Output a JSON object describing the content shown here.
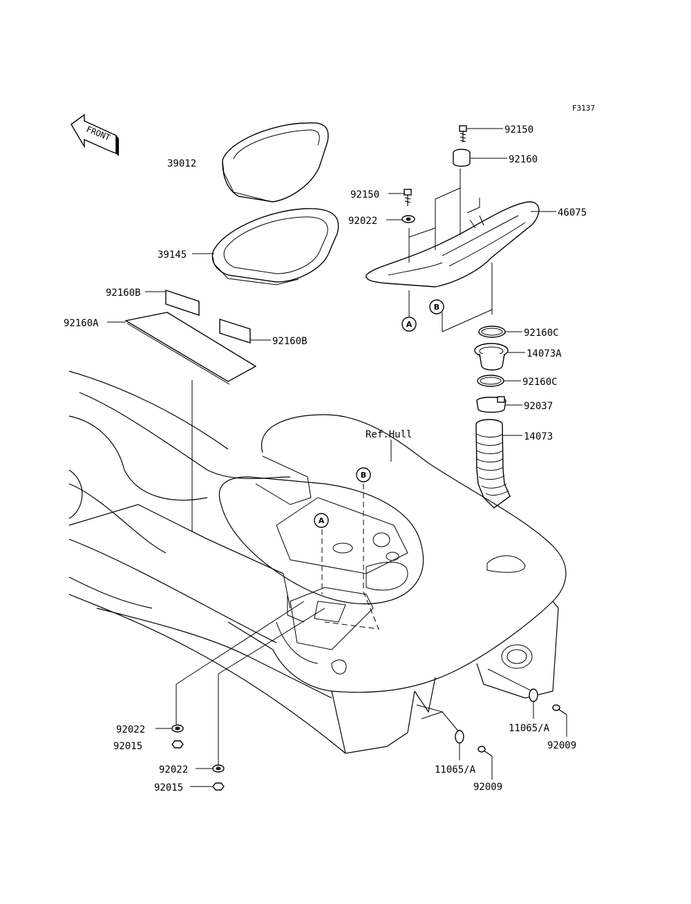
{
  "figure_code": "F3137",
  "front_label": "FRONT",
  "ref_hull_label": "Ref.Hull",
  "callouts": {
    "A": "A",
    "B": "B"
  },
  "parts": {
    "p92150_top": "92150",
    "p92160": "92160",
    "p92150_left": "92150",
    "p92022_top": "92022",
    "p46075": "46075",
    "p39012": "39012",
    "p39145": "39145",
    "p92160B_left": "92160B",
    "p92160A": "92160A",
    "p92160B_right": "92160B",
    "p92160C_top": "92160C",
    "p14073A": "14073A",
    "p92160C_bottom": "92160C",
    "p92037": "92037",
    "p14073": "14073",
    "p92022_bl1": "92022",
    "p92015_bl1": "92015",
    "p92022_bl2": "92022",
    "p92015_bl2": "92015",
    "p11065A_mid": "11065/A",
    "p92009_mid": "92009",
    "p11065A_right": "11065/A",
    "p92009_right": "92009"
  }
}
